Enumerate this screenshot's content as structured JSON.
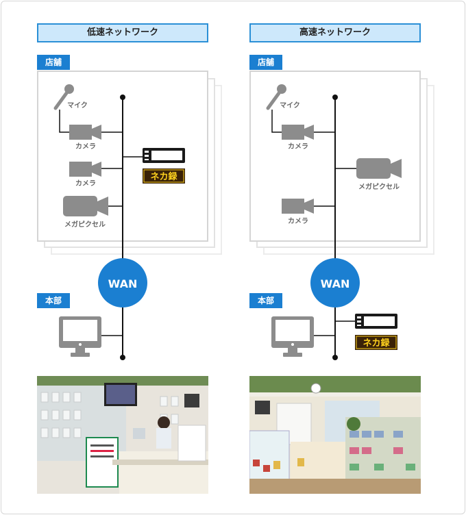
{
  "columns": [
    {
      "title": "低速ネットワーク",
      "store_label": "店舗",
      "hq_label": "本部",
      "wan_label": "WAN",
      "store_devices": [
        {
          "type": "mic",
          "label": "マイク"
        },
        {
          "type": "camera",
          "label": "カメラ"
        },
        {
          "type": "camera",
          "label": "カメラ"
        },
        {
          "type": "megapixel",
          "label": "メガピクセル"
        }
      ],
      "recorder_location": "store",
      "recorder_logo": "ネカ録"
    },
    {
      "title": "高速ネットワーク",
      "store_label": "店舗",
      "hq_label": "本部",
      "wan_label": "WAN",
      "store_devices": [
        {
          "type": "mic",
          "label": "マイク"
        },
        {
          "type": "camera",
          "label": "カメラ"
        },
        {
          "type": "megapixel",
          "label": "メガピクセル"
        },
        {
          "type": "camera",
          "label": "カメラ"
        }
      ],
      "recorder_location": "hq",
      "recorder_logo": "ネカ録"
    }
  ],
  "colors": {
    "accent": "#1b7fd1",
    "title_bg": "#cde8fb",
    "device_gray": "#8c8c8c",
    "line": "#111111",
    "logo_text": "#ffd21e",
    "logo_bg": "#3a2208"
  },
  "icons": [
    "mic-icon",
    "camera-icon",
    "megapixel-camera-icon",
    "recorder-icon",
    "monitor-icon"
  ]
}
